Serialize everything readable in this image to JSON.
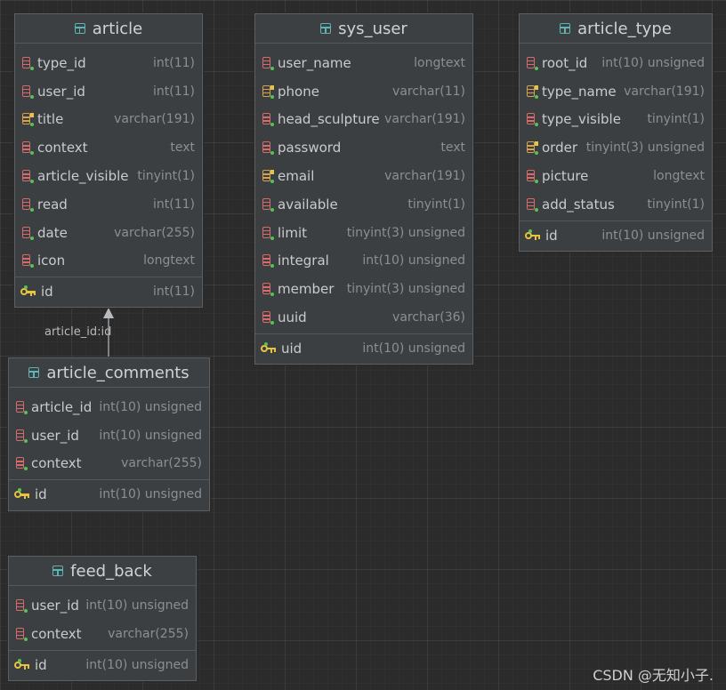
{
  "tables": {
    "article": {
      "name": "article",
      "columns": [
        {
          "name": "type_id",
          "type": "int(11)",
          "icon": "column-icon"
        },
        {
          "name": "user_id",
          "type": "int(11)",
          "icon": "column-icon"
        },
        {
          "name": "title",
          "type": "varchar(191)",
          "icon": "index-column-icon"
        },
        {
          "name": "context",
          "type": "text",
          "icon": "column-icon"
        },
        {
          "name": "article_visible",
          "type": "tinyint(1)",
          "icon": "column-icon"
        },
        {
          "name": "read",
          "type": "int(11)",
          "icon": "column-icon"
        },
        {
          "name": "date",
          "type": "varchar(255)",
          "icon": "column-icon"
        },
        {
          "name": "icon",
          "type": "longtext",
          "icon": "column-icon"
        }
      ],
      "pk": {
        "name": "id",
        "type": "int(11)",
        "icon": "primary-key-icon"
      }
    },
    "sys_user": {
      "name": "sys_user",
      "columns": [
        {
          "name": "user_name",
          "type": "longtext",
          "icon": "column-icon"
        },
        {
          "name": "phone",
          "type": "varchar(11)",
          "icon": "index-column-icon"
        },
        {
          "name": "head_sculpture",
          "type": "varchar(191)",
          "icon": "column-icon"
        },
        {
          "name": "password",
          "type": "text",
          "icon": "column-icon"
        },
        {
          "name": "email",
          "type": "varchar(191)",
          "icon": "index-column-icon"
        },
        {
          "name": "available",
          "type": "tinyint(1)",
          "icon": "column-icon"
        },
        {
          "name": "limit",
          "type": "tinyint(3) unsigned",
          "icon": "column-icon"
        },
        {
          "name": "integral",
          "type": "int(10) unsigned",
          "icon": "column-icon"
        },
        {
          "name": "member",
          "type": "tinyint(3) unsigned",
          "icon": "column-icon"
        },
        {
          "name": "uuid",
          "type": "varchar(36)",
          "icon": "column-icon"
        }
      ],
      "pk": {
        "name": "uid",
        "type": "int(10) unsigned",
        "icon": "primary-key-icon"
      }
    },
    "article_type": {
      "name": "article_type",
      "columns": [
        {
          "name": "root_id",
          "type": "int(10) unsigned",
          "icon": "column-icon"
        },
        {
          "name": "type_name",
          "type": "varchar(191)",
          "icon": "index-column-icon"
        },
        {
          "name": "type_visible",
          "type": "tinyint(1)",
          "icon": "column-icon"
        },
        {
          "name": "order",
          "type": "tinyint(3) unsigned",
          "icon": "index-column-icon"
        },
        {
          "name": "picture",
          "type": "longtext",
          "icon": "column-icon"
        },
        {
          "name": "add_status",
          "type": "tinyint(1)",
          "icon": "column-icon"
        }
      ],
      "pk": {
        "name": "id",
        "type": "int(10) unsigned",
        "icon": "primary-key-icon"
      }
    },
    "article_comments": {
      "name": "article_comments",
      "columns": [
        {
          "name": "article_id",
          "type": "int(10) unsigned",
          "icon": "column-icon"
        },
        {
          "name": "user_id",
          "type": "int(10) unsigned",
          "icon": "column-icon"
        },
        {
          "name": "context",
          "type": "varchar(255)",
          "icon": "column-icon"
        }
      ],
      "pk": {
        "name": "id",
        "type": "int(10) unsigned",
        "icon": "primary-key-icon"
      }
    },
    "feed_back": {
      "name": "feed_back",
      "columns": [
        {
          "name": "user_id",
          "type": "int(10) unsigned",
          "icon": "column-icon"
        },
        {
          "name": "context",
          "type": "varchar(255)",
          "icon": "column-icon"
        }
      ],
      "pk": {
        "name": "id",
        "type": "int(10) unsigned",
        "icon": "primary-key-icon"
      }
    }
  },
  "relation": {
    "label": "article_id:id",
    "from": "article_comments",
    "to": "article"
  },
  "watermark": "CSDN @无知小子."
}
